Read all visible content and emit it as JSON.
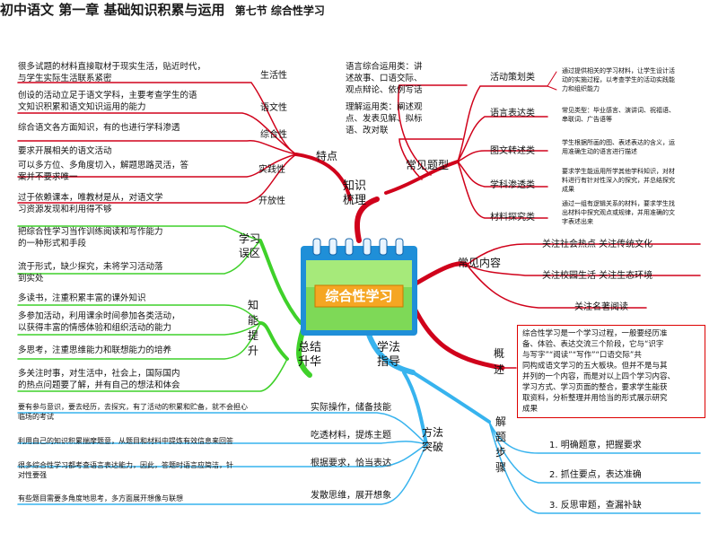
{
  "title": {
    "main": "初中语文   第一章   基础知识积累与运用",
    "section": "第七节   综合性学习"
  },
  "center": {
    "label": "综合性学习"
  },
  "zhishi": {
    "label_1": "知识",
    "label_2": "梳理",
    "tedian": {
      "label": "特点",
      "items": [
        {
          "name": "生活性",
          "desc_1": "很多试题的材料直接取材于现实生活，贴近时代，",
          "desc_2": "与学生实际生活联系紧密"
        },
        {
          "name": "语文性",
          "desc_1": "创设的活动立足于语文学科，主要考查学生的语",
          "desc_2": "文知识积累和语文知识运用的能力"
        },
        {
          "name": "综合性",
          "desc_1": "综合语文各方面知识，有的也进行学科渗透",
          "desc_2": ""
        },
        {
          "name": "实践性",
          "desc_1": "要求开展相关的语文活动",
          "desc_2": ""
        },
        {
          "name": "开放性",
          "desc_1": "可以多方位、多角度切入，解题思路灵活，答",
          "desc_2": "案并不要求唯一"
        }
      ],
      "kaifang_extra_1": "过于依赖课本，唯教材是从，对语文学",
      "kaifang_extra_2": "习资源发现和利用得不够"
    },
    "tixing": {
      "label": "常见题型",
      "top_1": "语言综合运用类：讲",
      "top_2": "述故事、口语交际、",
      "top_3": "观点辩论、依例写话",
      "mid_1": "理解运用类：阐述观",
      "mid_2": "点、发表见解、拟标",
      "mid_3": "语、改对联",
      "items": [
        {
          "name": "活动策划类",
          "desc_1": "通过提供相关的学习材料，让学生设计活",
          "desc_2": "动的实施过程，以考查学生的活动实践能",
          "desc_3": "力和组织能力"
        },
        {
          "name": "语言表达类",
          "desc_1": "常见类型：毕业感言、演讲词、祝福语、",
          "desc_2": "串联词、广告语等",
          "desc_3": ""
        },
        {
          "name": "图文转述类",
          "desc_1": "学生根据所画的图、表述表达的含义，运",
          "desc_2": "用准确生动的语言进行描述",
          "desc_3": ""
        },
        {
          "name": "学科渗透类",
          "desc_1": "要求学生能运用所学其他学科知识，对材",
          "desc_2": "料进行有针对性深入的探究，并总结探究",
          "desc_3": "成果"
        },
        {
          "name": "材料探究类",
          "desc_1": "通过一组有逻辑关系的材料，要求学生找",
          "desc_2": "出材料中探究观点或规律，并用准确的文",
          "desc_3": "字表述出来"
        }
      ]
    }
  },
  "changjian": {
    "label": "常见内容",
    "items": [
      "关注社会热点   关注传统文化",
      "关注校园生活   关注生态环境",
      "关注名著阅读"
    ]
  },
  "gaishu": {
    "label_1": "概",
    "label_2": "述",
    "lines": [
      "综合性学习是一个学习过程，一般要经历准",
      "备、体验、表达交流三个阶段，它与“识字",
      "与写字”“阅读”“写作”“口语交际”共",
      "同构成语文学习的五大板块。但并不是与其",
      "并列的一个内容，而是对以上四个学习内容、",
      "学习方式、学习页面的整合，要求学生能获",
      "取资料，分析整理并用恰当的形式展示研究",
      "成果"
    ]
  },
  "zongjie": {
    "label_1": "总结",
    "label_2": "升华",
    "wuqu": {
      "label_1": "学习",
      "label_2": "误区",
      "items": [
        {
          "l1": "把综合性学习当作训练阅读和写作能力",
          "l2": "的一种形式和手段"
        },
        {
          "l1": "流于形式，缺少探究，未将学习活动落",
          "l2": "到实处"
        }
      ]
    },
    "tisheng": {
      "label": [
        "知",
        "能",
        "提",
        "升"
      ],
      "items": [
        {
          "l1": "多读书，注重积累丰富的课外知识",
          "l2": ""
        },
        {
          "l1": "多参加活动，利用课余时间参加各类活动，",
          "l2": "以获得丰富的情感体验和组织活动的能力"
        },
        {
          "l1": "多思考，注重思维能力和联想能力的培养",
          "l2": ""
        },
        {
          "l1": "多关注时事，对生活中，社会上，国际国内",
          "l2": "的热点问题要了解，并有自己的想法和体会"
        }
      ]
    }
  },
  "xuefa": {
    "label_1": "学法",
    "label_2": "指导",
    "fangfa": {
      "label_1": "方法",
      "label_2": "突破",
      "items": [
        {
          "name": "实际操作，储备技能",
          "d1": "要有参与意识，要去经历，去探究，有了活动的积累和贮备，就不会担心",
          "d2": "临场的考试"
        },
        {
          "name": "吃透材料，提炼主题",
          "d1": "利用自己的知识积累揣摩题意，从题目和材料中提炼有效信息来回答",
          "d2": ""
        },
        {
          "name": "根据要求，恰当表达",
          "d1": "很多综合性学习都考查语言表达能力，因此，答题时语言应简洁，针",
          "d2": "对性要强"
        },
        {
          "name": "发散思维，展开想象",
          "d1": "有些题目需要多角度地思考，多方面展开想像与联想",
          "d2": ""
        }
      ]
    },
    "buzhou": {
      "label": [
        "解",
        "题",
        "步",
        "骤"
      ],
      "items": [
        "1. 明确题意，把握要求",
        "2. 抓住要点，表达准确",
        "3. 反思审题，查漏补缺"
      ]
    }
  }
}
